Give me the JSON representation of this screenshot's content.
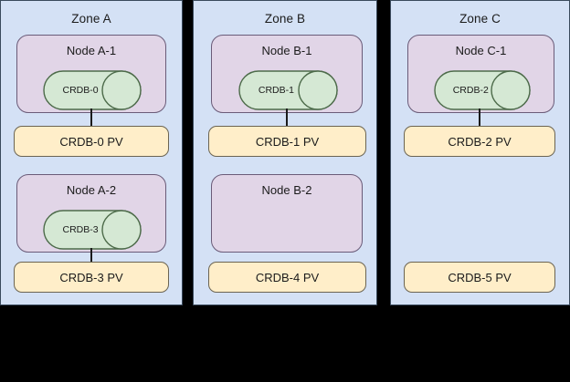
{
  "diagram": {
    "type": "infrastructure-topology",
    "background_color": "#000000",
    "colors": {
      "zone_fill": "#d4e1f5",
      "zone_stroke": "#3a4a5c",
      "node_fill": "#e1d5e7",
      "node_stroke": "#6a5b78",
      "pod_fill": "#d5e8d4",
      "pod_stroke": "#4d6b4a",
      "pv_fill": "#ffeec9",
      "pv_stroke": "#6b6452",
      "connector": "#1b1b1b",
      "text": "#1b1b1b"
    },
    "zones": [
      {
        "id": "zone-a",
        "title": "Zone A",
        "rows": [
          {
            "node": {
              "title": "Node A-1",
              "empty": false
            },
            "pod": {
              "label": "CRDB-0"
            },
            "connector": true,
            "pv": {
              "label": "CRDB-0 PV"
            }
          },
          {
            "node": {
              "title": "Node A-2",
              "empty": false
            },
            "pod": {
              "label": "CRDB-3"
            },
            "connector": true,
            "pv": {
              "label": "CRDB-3 PV"
            }
          }
        ]
      },
      {
        "id": "zone-b",
        "title": "Zone B",
        "rows": [
          {
            "node": {
              "title": "Node B-1",
              "empty": false
            },
            "pod": {
              "label": "CRDB-1"
            },
            "connector": true,
            "pv": {
              "label": "CRDB-1 PV"
            }
          },
          {
            "node": {
              "title": "Node B-2",
              "empty": true
            },
            "pod": null,
            "connector": false,
            "pv": {
              "label": "CRDB-4 PV"
            }
          }
        ]
      },
      {
        "id": "zone-c",
        "title": "Zone C",
        "rows": [
          {
            "node": {
              "title": "Node C-1",
              "empty": false
            },
            "pod": {
              "label": "CRDB-2"
            },
            "connector": true,
            "pv": {
              "label": "CRDB-2 PV"
            }
          },
          {
            "node": null,
            "pod": null,
            "connector": false,
            "pv": {
              "label": "CRDB-5 PV"
            }
          }
        ]
      }
    ]
  }
}
